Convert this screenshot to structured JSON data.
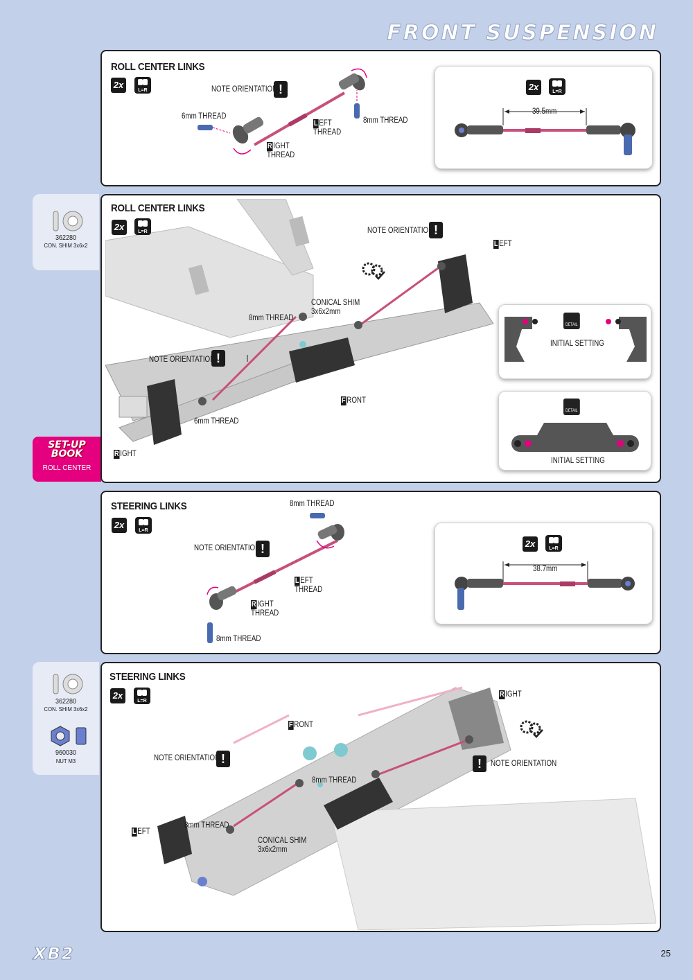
{
  "page": {
    "title": "FRONT SUSPENSION",
    "number": "25",
    "logo": "XB2"
  },
  "section1": {
    "title": "ROLL CENTER LINKS",
    "qty": "2x",
    "lr": "L=R",
    "note": "NOTE ORIENTATION",
    "warn": "!",
    "thread6": "6mm THREAD",
    "thread8": "8mm THREAD",
    "right_cap": "R",
    "right_rest": "IGHT",
    "right_thread": "THREAD",
    "left_cap": "L",
    "left_rest": "EFT",
    "left_thread": "THREAD",
    "result_qty": "2x",
    "result_lr": "L=R",
    "measure": "39.5mm"
  },
  "section2": {
    "title": "ROLL CENTER LINKS",
    "qty": "2x",
    "lr": "L=R",
    "part_number": "362280",
    "part_name": "CON. SHIM 3x6x2",
    "note_top": "NOTE ORIENTATION",
    "note_left": "NOTE ORIENTATION",
    "warn": "!",
    "left_cap": "L",
    "left_rest": "EFT",
    "conical": "CONICAL SHIM",
    "conical_size": "3x6x2mm",
    "thread8": "8mm THREAD",
    "thread6": "6mm THREAD",
    "front_cap": "F",
    "front_rest": "RONT",
    "right_cap": "R",
    "right_rest": "IGHT",
    "detail1": "INITIAL SETTING",
    "detail2": "INITIAL SETTING",
    "detail_word": "DETAIL",
    "setup_title": "SET-UP BOOK",
    "setup_sub": "ROLL CENTER"
  },
  "section3": {
    "title": "STEERING LINKS",
    "qty": "2x",
    "lr": "L=R",
    "thread8_top": "8mm THREAD",
    "note": "NOTE ORIENTATION",
    "warn": "!",
    "left_cap": "L",
    "left_rest": "EFT",
    "left_thread": "THREAD",
    "right_cap": "R",
    "right_rest": "IGHT",
    "right_thread": "THREAD",
    "thread8_bottom": "8mm THREAD",
    "result_qty": "2x",
    "result_lr": "L=R",
    "measure": "38.7mm"
  },
  "section4": {
    "title": "STEERING LINKS",
    "qty": "2x",
    "lr": "L=R",
    "part1_number": "362280",
    "part1_name": "CON. SHIM 3x6x2",
    "part2_number": "960030",
    "part2_name": "NUT M3",
    "right_cap": "R",
    "right_rest": "IGHT",
    "front_cap": "F",
    "front_rest": "RONT",
    "note_left": "NOTE ORIENTATION",
    "note_right": "NOTE ORIENTATION",
    "warn": "!",
    "thread8_a": "8mm THREAD",
    "thread8_b": "8mm THREAD",
    "left_cap": "L",
    "left_rest": "EFT",
    "conical": "CONICAL SHIM",
    "conical_size": "3x6x2mm"
  },
  "colors": {
    "background": "#c3d0ea",
    "accent": "#e4007f",
    "link_rod": "#c8507a",
    "part_grey": "#9a9a9a"
  }
}
